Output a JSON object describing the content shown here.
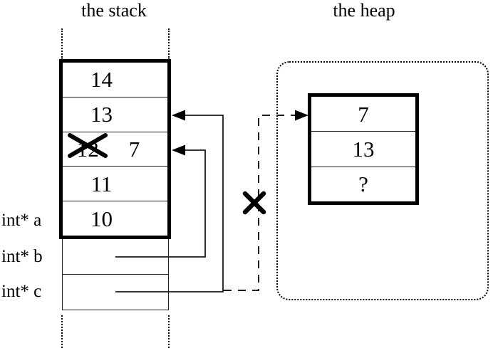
{
  "titles": {
    "stack": "the stack",
    "heap": "the heap"
  },
  "stack": {
    "cells": [
      "14",
      "13",
      "12",
      "11",
      "10"
    ],
    "overwritten_cell": {
      "old_value": "12",
      "new_value": "7",
      "crossed_out": true
    }
  },
  "pointers": [
    {
      "label": "int* a"
    },
    {
      "label": "int* b"
    },
    {
      "label": "int* c"
    }
  ],
  "heap": {
    "cells": [
      "7",
      "13",
      "?"
    ]
  },
  "colors": {
    "ink": "#000000",
    "thin_line": "#1a1a1a",
    "background": "#ffffff"
  }
}
